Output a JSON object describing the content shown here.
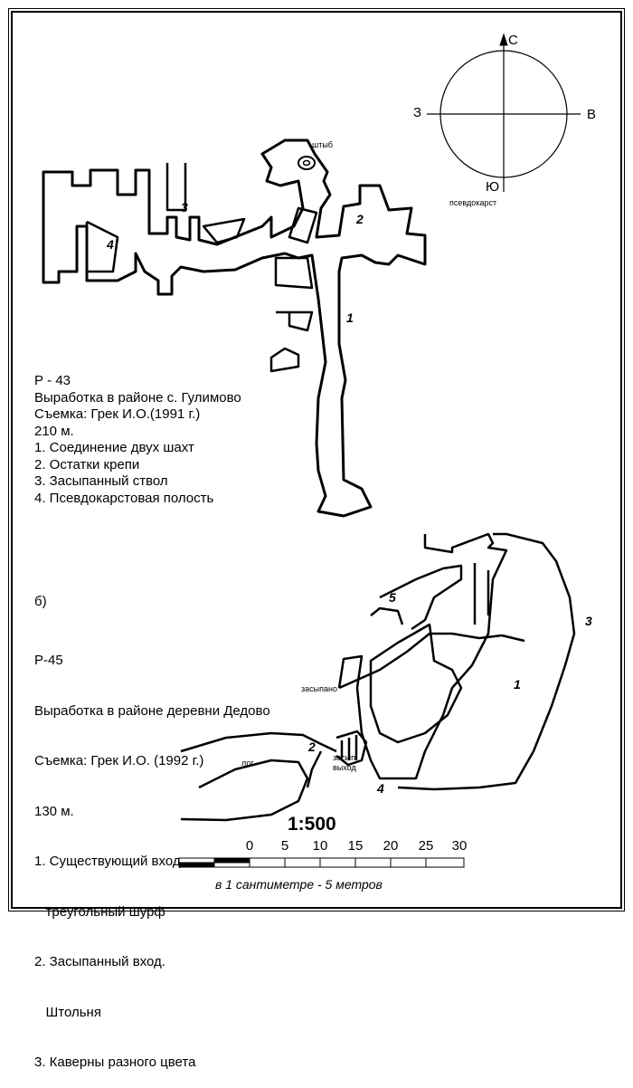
{
  "compass": {
    "north": "С",
    "south": "Ю",
    "west": "З",
    "east": "В"
  },
  "map_p43": {
    "labels": {
      "shtyb": "штыб",
      "pseudokarst": "псевдокарст",
      "n1": "1",
      "n2": "2",
      "n3": "3",
      "n4": "4"
    },
    "legend": {
      "code": "Р - 43",
      "title": "Выработка в районе с. Гулимово",
      "survey": "Съемка: Грек И.О.(1991 г.)",
      "length": "210  м.",
      "items": [
        "1. Соединение двух шахт",
        "2. Остатки крепи",
        "3. Засыпанный ствол",
        "4. Псевдокарстовая полость"
      ]
    }
  },
  "map_p45": {
    "section": "б)",
    "labels": {
      "zasypano": "засыпано",
      "log": "лог",
      "zasyp": "засып.",
      "vykhod": "выход",
      "n1": "1",
      "n2": "2",
      "n3": "3",
      "n4": "4",
      "n5": "5"
    },
    "legend": {
      "code": "Р-45",
      "title": "Выработка в районе деревни Дедово",
      "survey": "Съемка: Грек И.О. (1992 г.)",
      "length": "130 м.",
      "items": [
        "1. Существующий вход",
        "   треугольный шурф",
        "2. Засыпанный вход.",
        "   Штольня",
        "3. Каверны разного цвета"
      ]
    }
  },
  "scale": {
    "ratio": "1:500",
    "ticks": [
      "0",
      "5",
      "10",
      "15",
      "20",
      "25",
      "30"
    ],
    "caption": "в 1 сантиметре - 5 метров"
  }
}
